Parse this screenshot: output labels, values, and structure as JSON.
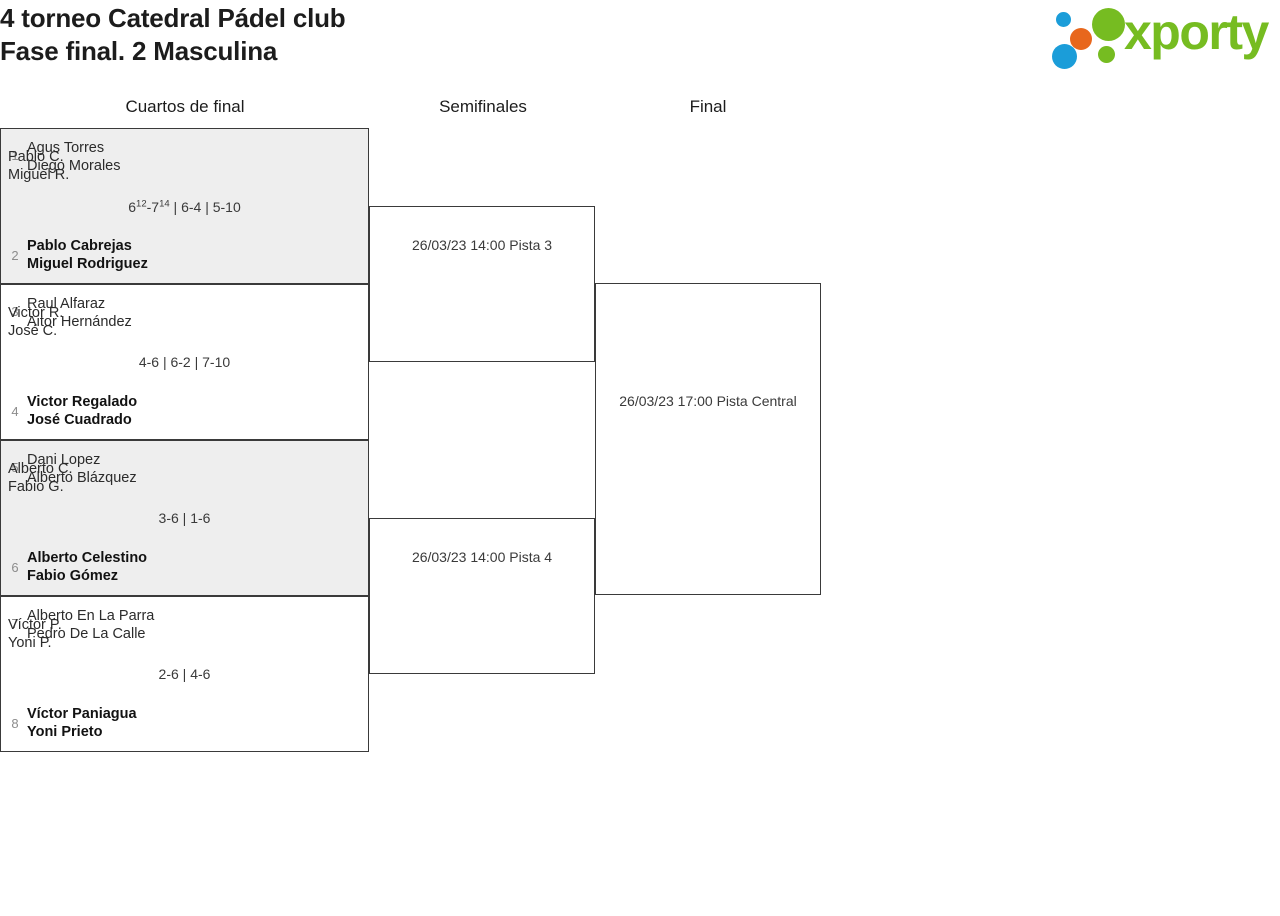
{
  "header": {
    "title": "4 torneo Catedral Pádel club\nFase final. 2 Masculina",
    "logo": {
      "wordmark": "xporty",
      "colors": {
        "green": "#76bc21",
        "blue": "#1b9dd9",
        "orange": "#e8671c"
      }
    }
  },
  "rounds": [
    {
      "label": "Cuartos de final"
    },
    {
      "label": "Semifinales"
    },
    {
      "label": "Final"
    }
  ],
  "bracket": {
    "quarterfinals": [
      {
        "seed_top": "1",
        "team_top": "Agus Torres\nDiego Morales",
        "top_is_winner": false,
        "seed_bottom": "2",
        "team_bottom": "Pablo Cabrejas\nMiguel Rodriguez",
        "bottom_is_winner": true,
        "score_plain": "6",
        "score_sup1": "12",
        "score_mid": "-7",
        "score_sup2": "14",
        "score_rest": " | 6-4 | 5-10",
        "shaded": true
      },
      {
        "seed_top": "3",
        "team_top": "Raul Alfaraz\nAitor Hernández",
        "top_is_winner": false,
        "seed_bottom": "4",
        "team_bottom": "Victor Regalado\nJosé Cuadrado",
        "bottom_is_winner": true,
        "score_plain": "4-6 | 6-2 | 7-10",
        "score_sup1": "",
        "score_mid": "",
        "score_sup2": "",
        "score_rest": "",
        "shaded": false
      },
      {
        "seed_top": "5",
        "team_top": "Dani Lopez\nAlberto Blázquez",
        "top_is_winner": false,
        "seed_bottom": "6",
        "team_bottom": "Alberto Celestino\nFabio Gómez",
        "bottom_is_winner": true,
        "score_plain": "3-6 | 1-6",
        "score_sup1": "",
        "score_mid": "",
        "score_sup2": "",
        "score_rest": "",
        "shaded": true
      },
      {
        "seed_top": "7",
        "team_top": "Alberto En La Parra\nPedro De La Calle",
        "top_is_winner": false,
        "seed_bottom": "8",
        "team_bottom": "Víctor Paniagua\nYoni Prieto",
        "bottom_is_winner": true,
        "score_plain": "2-6 | 4-6",
        "score_sup1": "",
        "score_mid": "",
        "score_sup2": "",
        "score_rest": "",
        "shaded": false
      }
    ],
    "semifinals": [
      {
        "team_top": "Pablo C.\nMiguel R.",
        "team_bottom": "Victor R.\nJosé C.",
        "schedule": "26/03/23 14:00 Pista 3"
      },
      {
        "team_top": "Alberto C.\nFabio G.",
        "team_bottom": "Víctor P.\nYoni P.",
        "schedule": "26/03/23 14:00 Pista 4"
      }
    ],
    "final": {
      "schedule": "26/03/23 17:00 Pista Central"
    }
  }
}
